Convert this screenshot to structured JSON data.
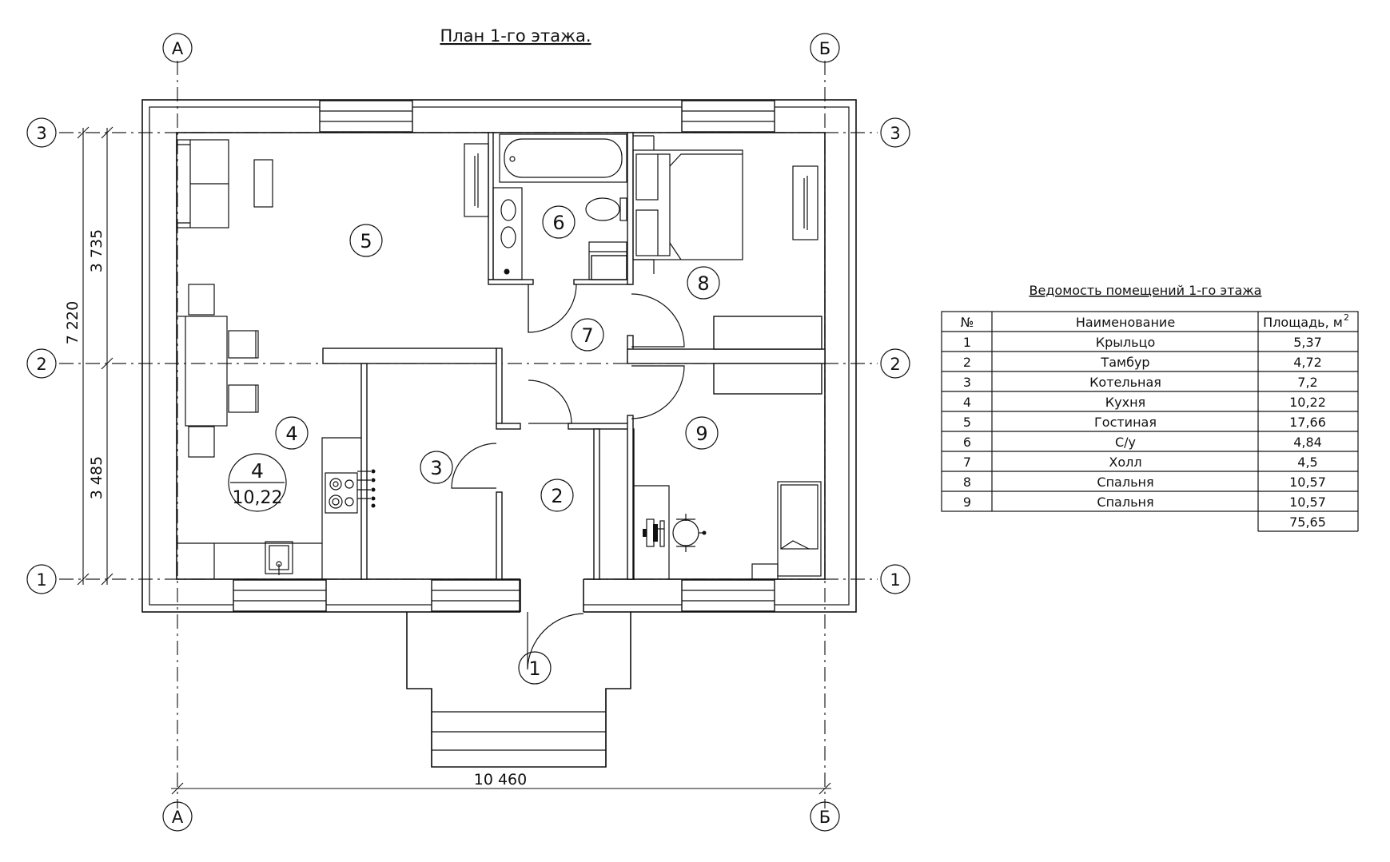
{
  "plan_title": "План 1-го этажа.",
  "axes": {
    "letters": [
      "А",
      "Б"
    ],
    "numbers": [
      "3",
      "2",
      "1"
    ]
  },
  "dimensions": {
    "upper_section": "3 735",
    "lower_section": "3 485",
    "total_height": "7 220",
    "total_width": "10 460"
  },
  "rooms": [
    "1",
    "2",
    "3",
    "4",
    "5",
    "6",
    "7",
    "8",
    "9"
  ],
  "room_tag": {
    "number": "4",
    "area": "10,22"
  },
  "schedule": {
    "title": "Ведомость помещений 1-го этажа",
    "headers": {
      "num": "№",
      "name": "Наименование",
      "area": "Площадь, м",
      "area_sup": "2"
    },
    "rows": [
      {
        "num": "1",
        "name": "Крыльцо",
        "area": "5,37"
      },
      {
        "num": "2",
        "name": "Тамбур",
        "area": "4,72"
      },
      {
        "num": "3",
        "name": "Котельная",
        "area": "7,2"
      },
      {
        "num": "4",
        "name": "Кухня",
        "area": "10,22"
      },
      {
        "num": "5",
        "name": "Гостиная",
        "area": "17,66"
      },
      {
        "num": "6",
        "name": "С/у",
        "area": "4,84"
      },
      {
        "num": "7",
        "name": "Холл",
        "area": "4,5"
      },
      {
        "num": "8",
        "name": "Спальня",
        "area": "10,57"
      },
      {
        "num": "9",
        "name": "Спальня",
        "area": "10,57"
      }
    ],
    "total": "75,65"
  }
}
